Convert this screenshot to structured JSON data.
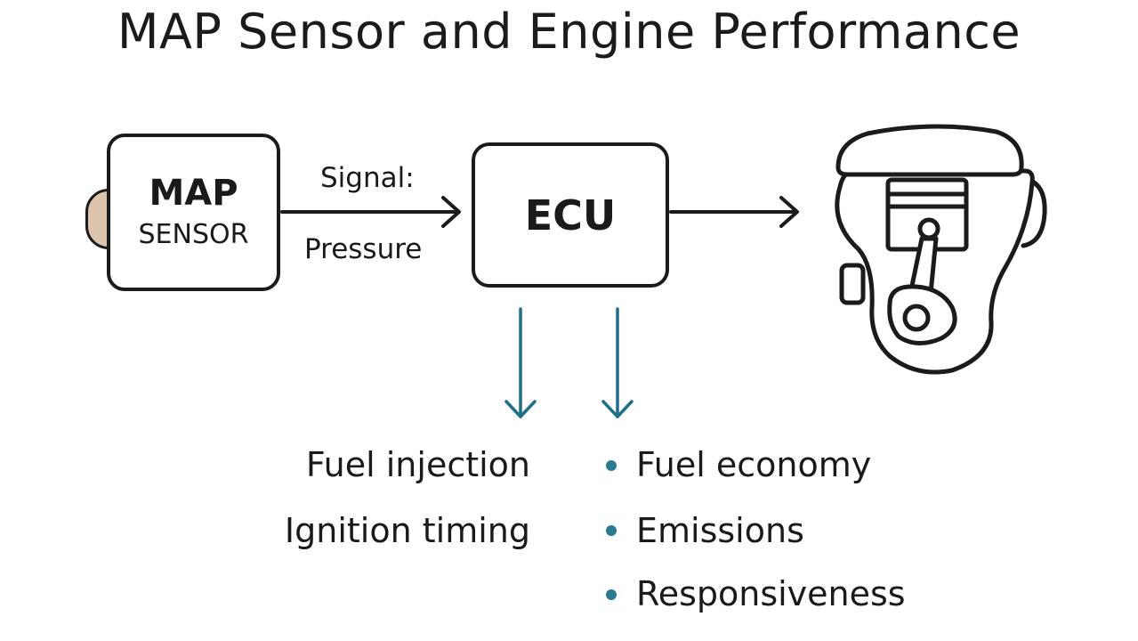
{
  "title": "MAP Sensor and Engine Performance",
  "map_sensor": {
    "line1": "MAP",
    "line2": "SENSOR"
  },
  "signal": {
    "line1": "Signal:",
    "line2": "Pressure"
  },
  "ecu": {
    "label": "ECU"
  },
  "controls": [
    "Fuel injection",
    "Ignition timing"
  ],
  "effects": [
    "Fuel economy",
    "Emissions",
    "Responsiveness"
  ],
  "colors": {
    "line": "#1b1b1b",
    "accent": "#1f6f8b",
    "knob": "#dcc4ad"
  },
  "icons": {
    "engine": "engine-piston-icon"
  }
}
